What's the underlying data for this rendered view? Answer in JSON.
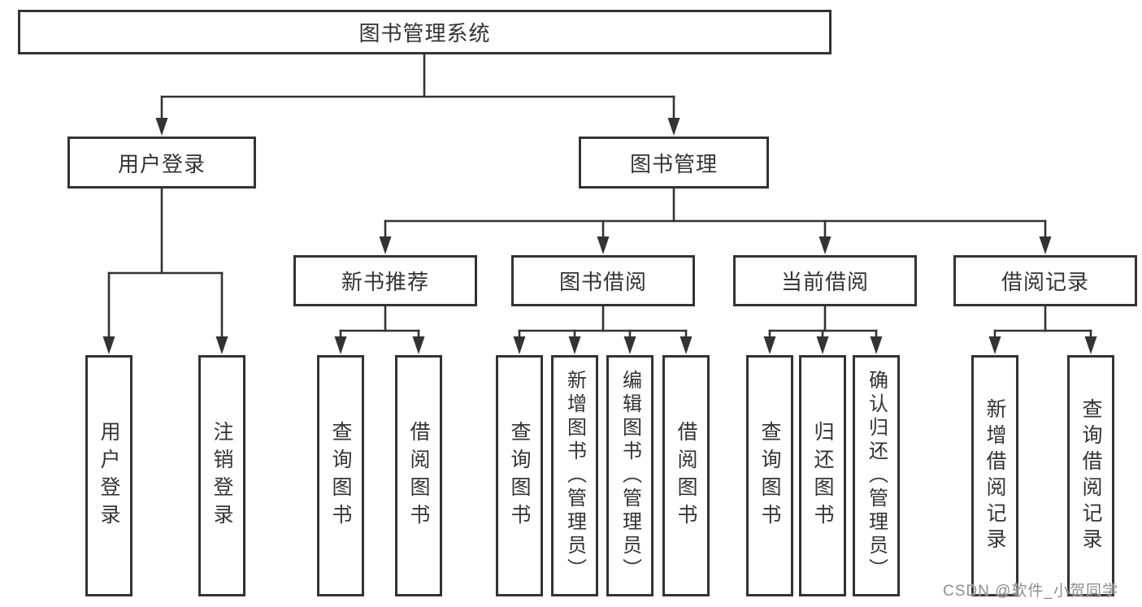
{
  "title": "图书管理系统",
  "level2": [
    {
      "label": "用户登录"
    },
    {
      "label": "图书管理"
    }
  ],
  "level3": [
    {
      "label": "新书推荐"
    },
    {
      "label": "图书借阅"
    },
    {
      "label": "当前借阅"
    },
    {
      "label": "借阅记录"
    }
  ],
  "leaves": {
    "user_login": [
      "用户登录",
      "注销登录"
    ],
    "new_book": [
      "查询图书",
      "借阅图书"
    ],
    "book_borrow": [
      "查询图书",
      "新增图书（管理员）",
      "编辑图书（管理员）",
      "借阅图书"
    ],
    "current_borrow": [
      "查询图书",
      "归还图书",
      "确认归还（管理员）"
    ],
    "borrow_record": [
      "新增借阅记录",
      "查询借阅记录"
    ]
  },
  "watermark": "CSDN @软件_小贺同学",
  "colors": {
    "line": "#333333",
    "text": "#333333",
    "watermark": "#8f8f8f",
    "background": "#ffffff"
  }
}
